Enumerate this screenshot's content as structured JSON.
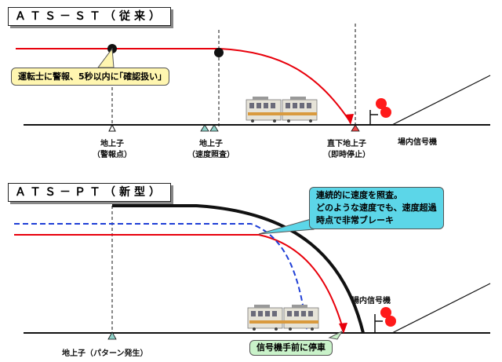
{
  "top_section": {
    "title": "ＡＴＳ－ＳＴ（従来）",
    "callout": "運転士に警報、5秒以内に｢確認扱い｣",
    "labels": {
      "warning_transponder_line1": "地上子",
      "warning_transponder_line2": "（警報点）",
      "speed_check_transponder_line1": "地上子",
      "speed_check_transponder_line2": "（速度照査）",
      "stop_transponder_line1": "直下地上子",
      "stop_transponder_line2": "（即時停止）",
      "home_signal": "場内信号機"
    }
  },
  "bottom_section": {
    "title": "ＡＴＳ－ＰＴ（新型）",
    "callout_line1": "連続的に速度を照査。",
    "callout_line2": "どのような速度でも、速度超過",
    "callout_line3": "時点で非常ブレーキ",
    "stop_callout": "信号機手前に停車",
    "labels": {
      "pattern_transponder": "地上子（パターン発生）",
      "home_signal": "場内信号機"
    }
  },
  "colors": {
    "speed_curve": "#e8000b",
    "pattern_curve": "#111111",
    "dashed_speed": "#1f3fd6",
    "transponder": "#8fd1c8",
    "stop_transponder": "#ef4a4a",
    "callout_yellow": "#fff6b0",
    "callout_cyan": "#5cd6e8",
    "callout_green": "#c9f2c9",
    "signal_red": "#ff1a1a"
  }
}
